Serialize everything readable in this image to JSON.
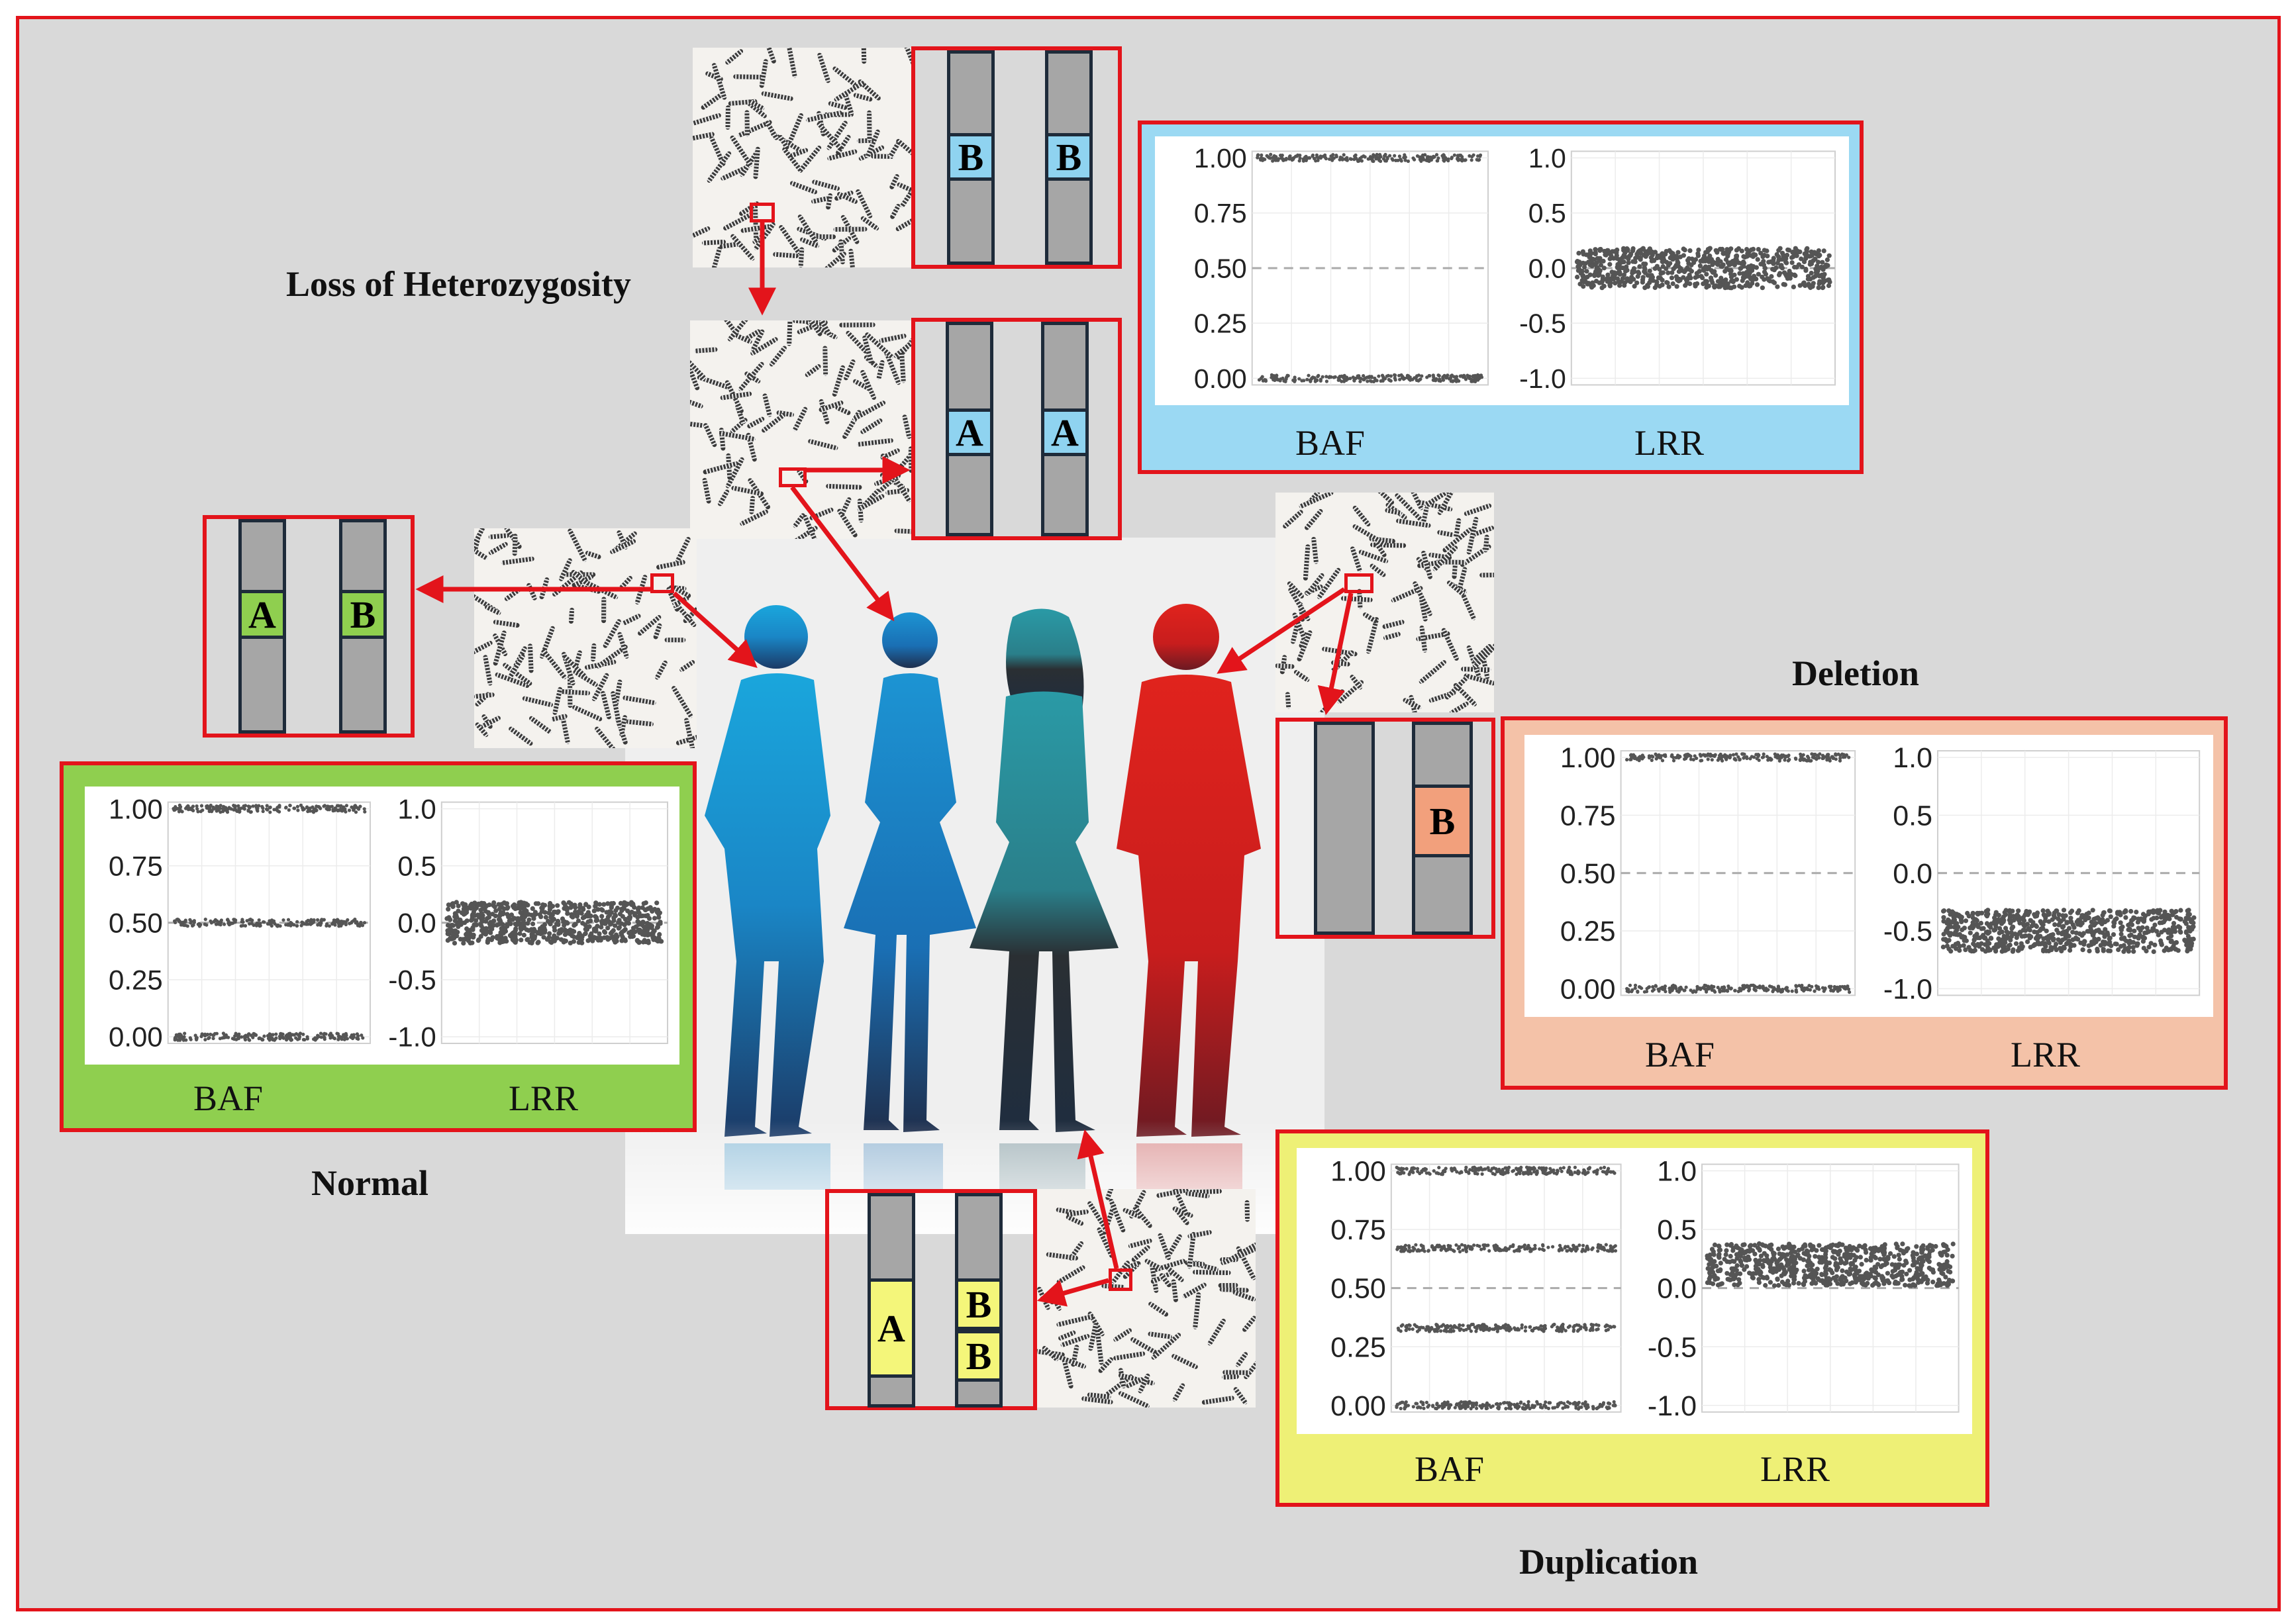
{
  "labels": {
    "loh": "Loss of Heterozygosity",
    "deletion": "Deletion",
    "normal": "Normal",
    "duplication": "Duplication"
  },
  "axes": {
    "baf": "BAF",
    "lrr": "LRR",
    "baf_ticks": [
      "1.00",
      "0.75",
      "0.50",
      "0.25",
      "0.00"
    ],
    "lrr_ticks": [
      "1.0",
      "0.5",
      "0.0",
      "-0.5",
      "-1.0"
    ]
  },
  "alleles": {
    "a": "A",
    "b": "B"
  },
  "colors": {
    "loh_panel": "#9bd9f3",
    "normal_panel": "#8fcf4f",
    "deletion_panel": "#f4c2a8",
    "duplication_panel": "#eef076",
    "allele_blue": "#8fd3f0",
    "allele_green": "#8fcf4f",
    "allele_orange": "#f2a07c",
    "allele_yellow": "#f4f67a",
    "frame_red": "#e3141b"
  },
  "chart_data": [
    {
      "panel": "loss-of-heterozygosity",
      "type": "scatter",
      "baf_bands": [
        1.0,
        0.0
      ],
      "lrr_center": 0.0,
      "lrr_spread": 0.18
    },
    {
      "panel": "normal",
      "type": "scatter",
      "baf_bands": [
        1.0,
        0.5,
        0.0
      ],
      "lrr_center": 0.0,
      "lrr_spread": 0.18
    },
    {
      "panel": "deletion",
      "type": "scatter",
      "baf_bands": [
        1.0,
        0.0
      ],
      "lrr_center": -0.5,
      "lrr_spread": 0.18
    },
    {
      "panel": "duplication",
      "type": "scatter",
      "baf_bands": [
        1.0,
        0.67,
        0.33,
        0.0
      ],
      "lrr_center": 0.2,
      "lrr_spread": 0.18
    }
  ]
}
